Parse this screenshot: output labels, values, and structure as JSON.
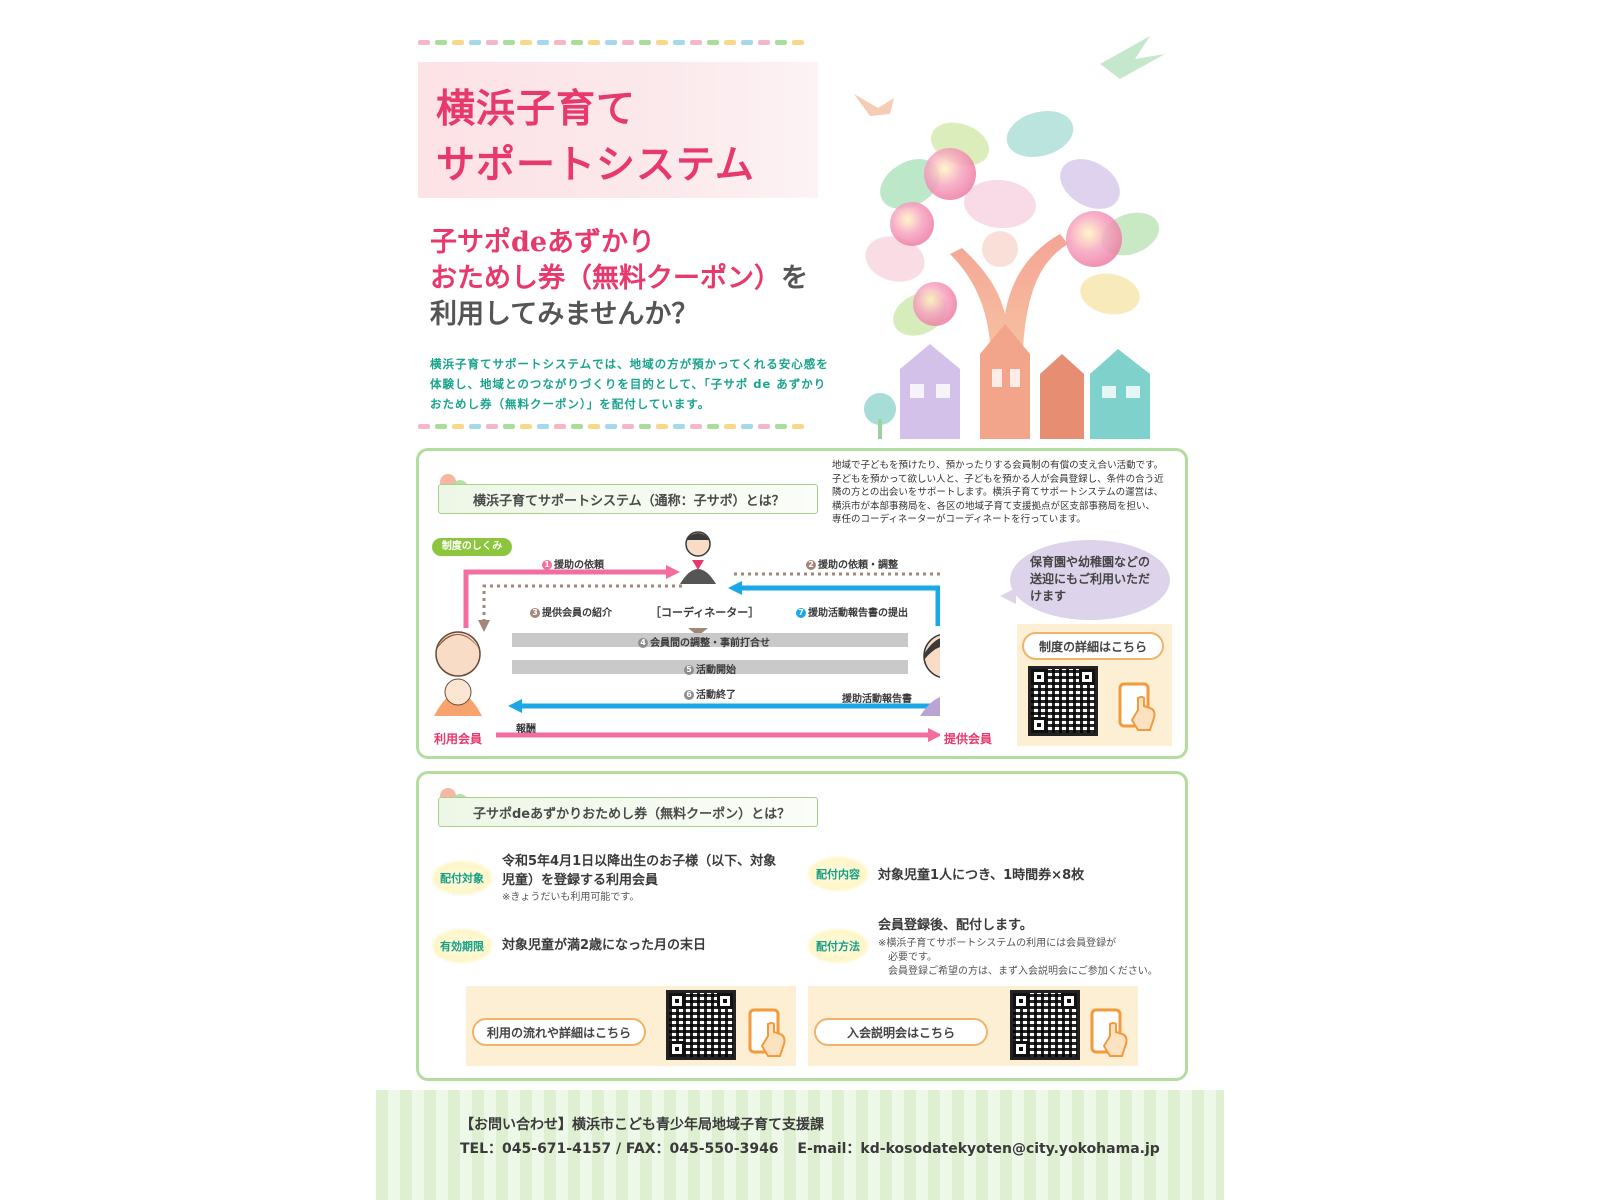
{
  "title": {
    "line1": "横浜子育て",
    "line2": "サポートシステム"
  },
  "subtitle": {
    "line1": "子サポdeあずかり",
    "line2_pink": "おためし券（無料クーポン）",
    "line2_gray": "を",
    "line3": "利用してみませんか？"
  },
  "intro": [
    "横浜子育てサポートシステムでは、地域の方が預かってくれる安心感を",
    "体験し、地域とのつながりづくりを目的として、「子サポ de あずかり",
    "おためし券（無料クーポン）」を配付しています。"
  ],
  "section1": {
    "heading": "横浜子育てサポートシステム（通称：子サポ）とは？",
    "description": [
      "地域で子どもを預けたり、預かったりする会員制の有償の支え合い活動です。",
      "子どもを預かって欲しい人と、子どもを預かる人が会員登録し、条件の合う近",
      "隣の方との出会いをサポートします。横浜子育てサポートシステムの運営は、",
      "横浜市が本部事務局を、各区の地域子育て支援拠点が区支部事務局を担い、",
      "専任のコーディネーターがコーディネートを行っています。"
    ],
    "mechanism_label": "制度のしくみ",
    "speech_bubble": [
      "保育園や幼稚園などの",
      "送迎にもご利用いただ",
      "けます"
    ],
    "coordinator": "［コーディネーター］",
    "user_member": "利用会員",
    "provider_member": "提供会員",
    "steps": {
      "s1": {
        "num": "1",
        "text": "援助の依頼"
      },
      "s2": {
        "num": "2",
        "text": "援助の依頼・調整"
      },
      "s3": {
        "num": "3",
        "text": "提供会員の紹介"
      },
      "s4": {
        "num": "4",
        "text": "会員間の調整・事前打合せ"
      },
      "s5": {
        "num": "5",
        "text": "活動開始"
      },
      "s6": {
        "num": "6",
        "text": "活動終了"
      },
      "s7": {
        "num": "7",
        "text": "援助活動報告書の提出"
      }
    },
    "report_label": "援助活動報告書",
    "reward_label": "報酬",
    "details_button": "制度の詳細はこちら"
  },
  "section2": {
    "heading": "子サポdeあずかりおためし券（無料クーポン）とは？",
    "target_tag": "配付対象",
    "target_text": [
      "令和5年4月1日以降出生のお子様（以下、対象",
      "児童）を登録する利用会員"
    ],
    "target_note": "※きょうだいも利用可能です。",
    "content_tag": "配付内容",
    "content_text": "対象児童1人につき、1時間券×8枚",
    "validity_tag": "有効期限",
    "validity_text": "対象児童が満2歳になった月の末日",
    "method_tag": "配付方法",
    "method_text": "会員登録後、配付します。",
    "method_notes": [
      "※横浜子育てサポートシステムの利用には会員登録が",
      "　必要です。",
      "　会員登録ご希望の方は、まず入会説明会にご参加ください。"
    ],
    "flow_button": "利用の流れや詳細はこちら",
    "seminar_button": "入会説明会はこちら"
  },
  "footer": {
    "line1": "【お問い合わせ】横浜市こども青少年局地域子育て支援課",
    "line2": "TEL：045-671-4157 / FAX：045-550-3946　 E-mail：kd-kosodatekyoten@city.yokohama.jp"
  },
  "colors": {
    "accent_pink": "#e8396c",
    "accent_green": "#16a087",
    "panel_border": "#b3dd9e",
    "arrow_blue": "#1aa8e6",
    "arrow_pink": "#f26ea0"
  }
}
